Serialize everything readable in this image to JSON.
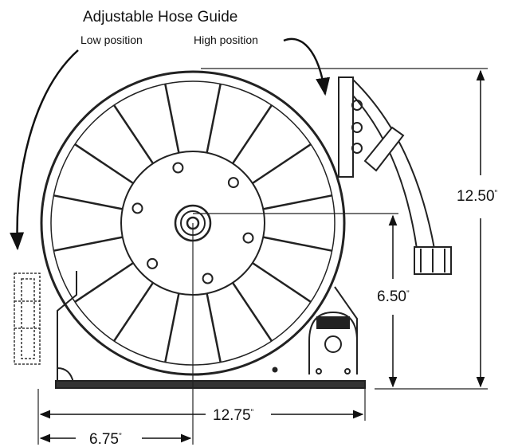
{
  "title": "Adjustable Hose Guide",
  "low_position": "Low position",
  "high_position": "High position",
  "dimensions": {
    "height_overall": "12.50",
    "hub_height": "6.50",
    "width_overall": "12.75",
    "hub_offset": "6.75",
    "inch_mark": "”"
  }
}
